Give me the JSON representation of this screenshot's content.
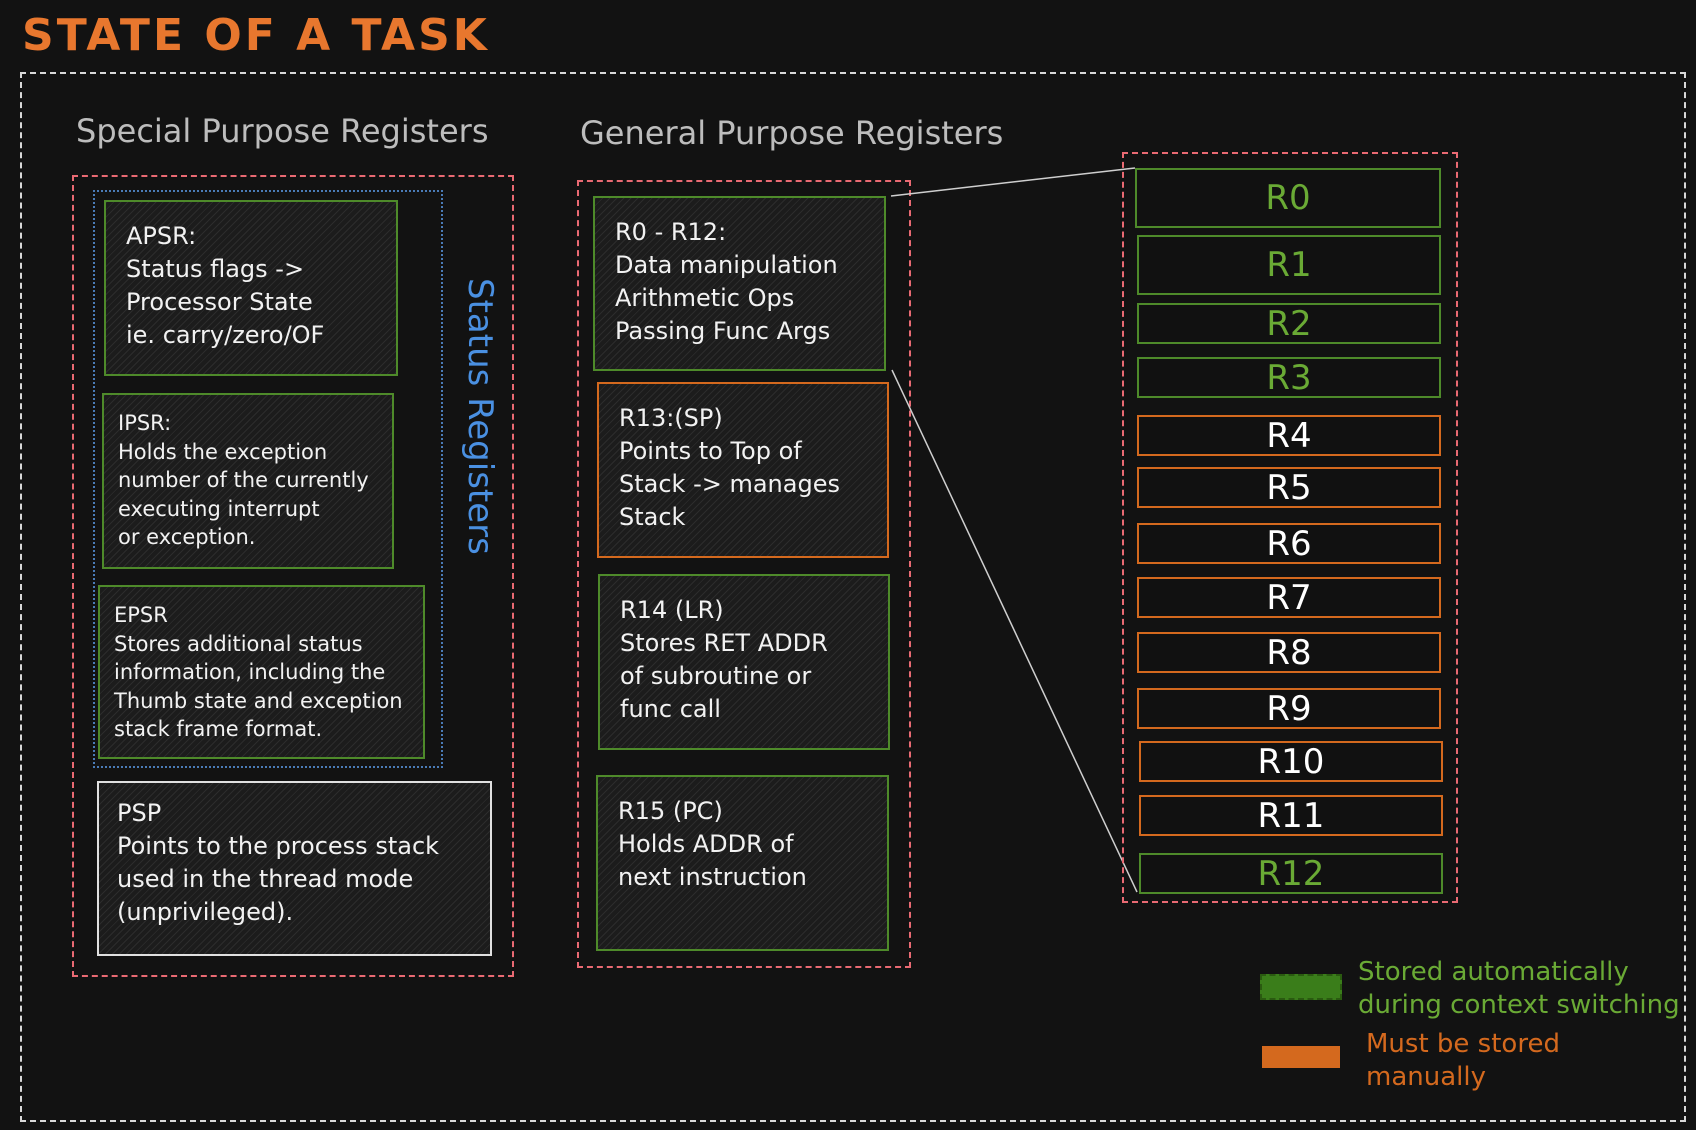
{
  "title": "STATE OF A TASK",
  "special": {
    "heading": "Special Purpose Registers",
    "status_label": "Status Registers",
    "apsr": "APSR:\nStatus flags ->\nProcessor State\nie. carry/zero/OF",
    "ipsr": "IPSR:\nHolds the exception\nnumber of the currently\nexecuting interrupt\nor exception.",
    "epsr": "EPSR\nStores additional status\ninformation, including the\nThumb state and exception\nstack frame format.",
    "psp": "PSP\nPoints to the process stack\nused in the thread mode\n(unprivileged)."
  },
  "general": {
    "heading": "General Purpose Registers",
    "r0_r12": "R0 - R12:\nData manipulation\nArithmetic Ops\nPassing Func Args",
    "r13": "R13:(SP)\nPoints to Top of\nStack -> manages\nStack",
    "r14": "R14 (LR)\nStores RET ADDR\nof subroutine or\nfunc call",
    "r15": "R15 (PC)\nHolds ADDR of\nnext instruction"
  },
  "registers": [
    {
      "label": "R0",
      "kind": "auto"
    },
    {
      "label": "R1",
      "kind": "auto"
    },
    {
      "label": "R2",
      "kind": "auto"
    },
    {
      "label": "R3",
      "kind": "auto"
    },
    {
      "label": "R4",
      "kind": "manual"
    },
    {
      "label": "R5",
      "kind": "manual"
    },
    {
      "label": "R6",
      "kind": "manual"
    },
    {
      "label": "R7",
      "kind": "manual"
    },
    {
      "label": "R8",
      "kind": "manual"
    },
    {
      "label": "R9",
      "kind": "manual"
    },
    {
      "label": "R10",
      "kind": "manual"
    },
    {
      "label": "R11",
      "kind": "manual"
    },
    {
      "label": "R12",
      "kind": "auto"
    }
  ],
  "legend": {
    "auto_text": "Stored automatically\nduring context switching",
    "manual_text": "Must be stored\nmanually",
    "auto_color": "#3a7d1a",
    "manual_color": "#d4691e"
  },
  "colors": {
    "title": "#e8772e",
    "green": "#4e8a2a",
    "orange": "#d4691e",
    "status_blue": "#4a90e2",
    "dash_red": "#e96a73"
  }
}
